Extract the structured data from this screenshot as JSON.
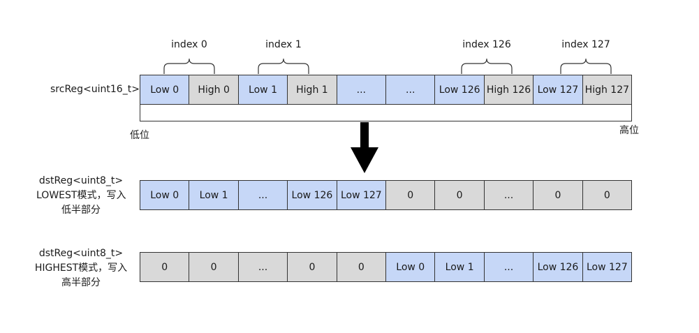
{
  "src": {
    "label": "srcReg<uint16_t>",
    "cells": [
      {
        "text": "Low 0",
        "color": "blue"
      },
      {
        "text": "High 0",
        "color": "gray"
      },
      {
        "text": "Low 1",
        "color": "blue"
      },
      {
        "text": "High 1",
        "color": "gray"
      },
      {
        "text": "...",
        "color": "blue"
      },
      {
        "text": "...",
        "color": "blue"
      },
      {
        "text": "Low 126",
        "color": "blue"
      },
      {
        "text": "High 126",
        "color": "gray"
      },
      {
        "text": "Low 127",
        "color": "blue"
      },
      {
        "text": "High 127",
        "color": "gray"
      }
    ],
    "low_label": "低位",
    "high_label": "高位"
  },
  "indices": [
    "index 0",
    "index 1",
    "index 126",
    "index 127"
  ],
  "lowest": {
    "label_lines": [
      "dstReg<uint8_t>",
      "LOWEST模式，写入",
      "低半部分"
    ],
    "cells": [
      {
        "text": "Low 0",
        "color": "blue"
      },
      {
        "text": "Low 1",
        "color": "blue"
      },
      {
        "text": "...",
        "color": "blue"
      },
      {
        "text": "Low 126",
        "color": "blue"
      },
      {
        "text": "Low 127",
        "color": "blue"
      },
      {
        "text": "0",
        "color": "gray"
      },
      {
        "text": "0",
        "color": "gray"
      },
      {
        "text": "...",
        "color": "gray"
      },
      {
        "text": "0",
        "color": "gray"
      },
      {
        "text": "0",
        "color": "gray"
      }
    ]
  },
  "highest": {
    "label_lines": [
      "dstReg<uint8_t>",
      "HIGHEST模式，写入",
      "高半部分"
    ],
    "cells": [
      {
        "text": "0",
        "color": "gray"
      },
      {
        "text": "0",
        "color": "gray"
      },
      {
        "text": "...",
        "color": "gray"
      },
      {
        "text": "0",
        "color": "gray"
      },
      {
        "text": "0",
        "color": "gray"
      },
      {
        "text": "Low 0",
        "color": "blue"
      },
      {
        "text": "Low 1",
        "color": "blue"
      },
      {
        "text": "...",
        "color": "blue"
      },
      {
        "text": "Low 126",
        "color": "blue"
      },
      {
        "text": "Low 127",
        "color": "blue"
      }
    ]
  },
  "colors": {
    "blue": "#c6d7f7",
    "gray": "#d9d9d9",
    "line": "#333333"
  }
}
